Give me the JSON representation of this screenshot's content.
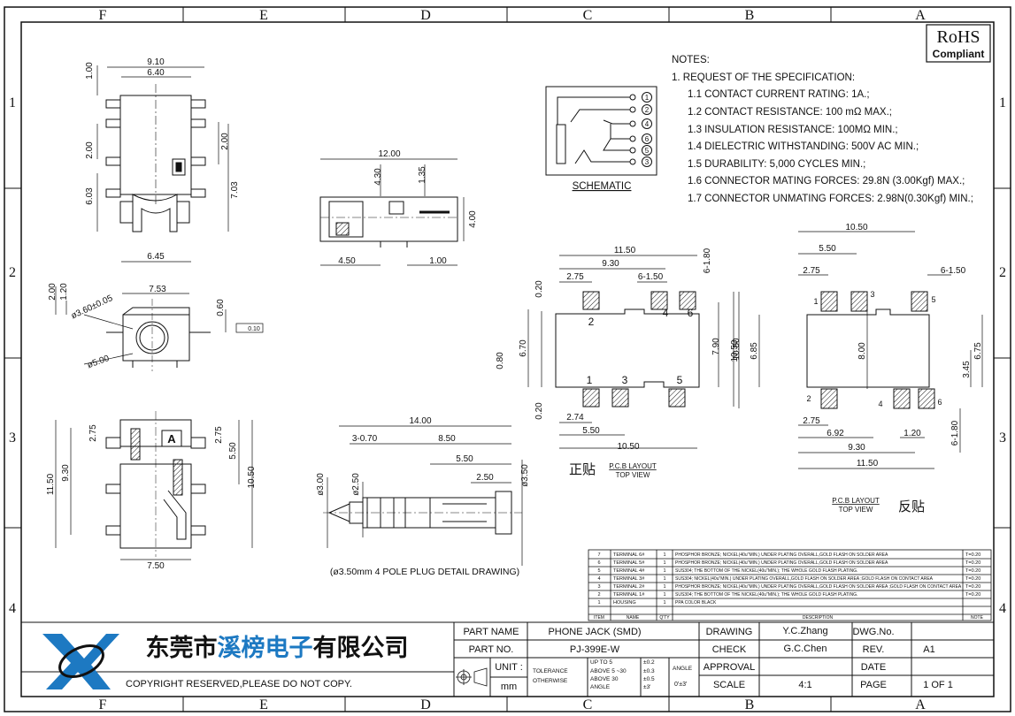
{
  "frame": {
    "columns": [
      "F",
      "E",
      "D",
      "C",
      "B",
      "A"
    ],
    "rows": [
      "1",
      "2",
      "3",
      "4"
    ]
  },
  "rohs": {
    "line1": "RoHS",
    "line2": "Compliant"
  },
  "notes": {
    "title": "NOTES:",
    "heading": "1. REQUEST OF THE SPECIFICATION:",
    "items": [
      "1.1 CONTACT CURRENT RATING: 1A.;",
      "1.2 CONTACT RESISTANCE: 100 mΩ MAX.;",
      "1.3 INSULATION RESISTANCE: 100MΩ MIN.;",
      "1.4 DIELECTRIC WITHSTANDING: 500V AC MIN.;",
      "1.5 DURABILITY: 5,000 CYCLES MIN.;",
      "1.6 CONNECTOR MATING FORCES: 29.8N (3.00Kgf) MAX.;",
      "1.7 CONNECTOR UNMATING FORCES: 2.98N(0.30Kgf) MIN.;"
    ]
  },
  "schematic": {
    "label": "SCHEMATIC",
    "pins": [
      "1",
      "2",
      "4",
      "6",
      "5",
      "3"
    ]
  },
  "views": {
    "top_view": {
      "dims": [
        "9.10",
        "6.40",
        "1.00",
        "2.00",
        "6.03",
        "2.00",
        "7.03",
        "6.45"
      ]
    },
    "side_view": {
      "dims": [
        "12.00",
        "4.30",
        "1.35",
        "4.00",
        "4.50",
        "1.00"
      ]
    },
    "front_view": {
      "dims": [
        "2.00",
        "1.20",
        "ø3.60±0.05",
        "7.53",
        "0.60",
        "ø5.00"
      ],
      "flatness": "0.10"
    },
    "bottom_view": {
      "dims": [
        "2.75",
        "2.75",
        "5.50",
        "11.50",
        "9.30",
        "10.50",
        "7.50"
      ],
      "marker": "A"
    },
    "plug": {
      "dims": [
        "14.00",
        "3-0.70",
        "8.50",
        "5.50",
        "2.50",
        "ø3.00",
        "ø2.50",
        "ø3.50"
      ],
      "caption": "(ø3.50mm 4 POLE PLUG DETAIL DRAWING)"
    },
    "pcb_front": {
      "dims": [
        "11.50",
        "9.30",
        "2.75",
        "6-1.50",
        "6-1.80",
        "0.20",
        "6.70",
        "0.80",
        "7.90",
        "10.50",
        "0.20",
        "2.74",
        "5.50",
        "10.50"
      ],
      "pads": [
        "2",
        "4",
        "6",
        "1",
        "3",
        "5"
      ],
      "title_cn": "正贴",
      "title_en": "P.C.B LAYOUT",
      "subtitle": "TOP VIEW"
    },
    "pcb_back": {
      "dims": [
        "10.50",
        "5.50",
        "2.75",
        "6-1.50",
        "10.50",
        "6.85",
        "8.00",
        "3.45",
        "6.75",
        "2.75",
        "6.92",
        "1.20",
        "9.30",
        "11.50",
        "6-1.80"
      ],
      "pads": [
        "1",
        "3",
        "5",
        "2",
        "4",
        "6"
      ],
      "title_cn": "反贴",
      "title_en": "P.C.B LAYOUT",
      "subtitle": "TOP VIEW"
    }
  },
  "bom": {
    "headers": [
      "ITEM",
      "NAME",
      "Q'TY",
      "DESCRIPTION",
      "NOTE"
    ],
    "rows": [
      [
        "7",
        "TERMINAL 6#",
        "1",
        "PHOSPHOR BRONZE; NICKEL(40u\"MIN.) UNDER PLATING OVERALL,GOLD FLASH ON SOLDER AREA",
        "T=0.20"
      ],
      [
        "6",
        "TERMINAL 5#",
        "1",
        "PHOSPHOR BRONZE; NICKEL(40u\"MIN.) UNDER PLATING OVERALL,GOLD FLASH ON SOLDER AREA",
        "T=0.20"
      ],
      [
        "5",
        "TERMINAL 4#",
        "1",
        "SUS304; THE BOTTOM OF THE NICKEL(40u\"MIN.); THE WHOLE GOLD FLASH PLATING.",
        "T=0.20"
      ],
      [
        "4",
        "TERMINAL 3#",
        "1",
        "SUS304; NICKEL(40u\"MIN.) UNDER PLATING OVERALL,GOLD FLASH ON SOLDER AREA ;GOLD FLASH ON CONTACT AREA",
        "T=0.20"
      ],
      [
        "3",
        "TERMINAL 2#",
        "1",
        "PHOSPHOR BRONZE; NICKEL(40u\"MIN.) UNDER PLATING OVERALL,GOLD FLASH ON SOLDER AREA ;GOLD FLASH ON CONTACT AREA",
        "T=0.20"
      ],
      [
        "2",
        "TERMINAL 1#",
        "1",
        "SUS304; THE BOTTOM OF THE NICKEL(40u\"MIN.); THE WHOLE GOLD FLASH PLATING.",
        "T=0.20"
      ],
      [
        "1",
        "HOUSING",
        "1",
        "PPA  COLOR BLACK",
        ""
      ]
    ]
  },
  "title_block": {
    "company": "东莞市溪榜电子有限公司",
    "company_highlight": "溪榜电子",
    "copyright": "COPYRIGHT RESERVED,PLEASE DO NOT COPY.",
    "part_name_label": "PART NAME",
    "part_name": "PHONE JACK (SMD)",
    "part_no_label": "PART NO.",
    "part_no": "PJ-399E-W",
    "unit_label": "UNIT :",
    "unit": "mm",
    "tolerance_label": "TOLERANCE",
    "otherwise_label": "OTHERWISE",
    "tol_ranges": [
      "UP TO 5",
      "ABOVE 5 ~30",
      "ABOVE 30",
      "ANGLE"
    ],
    "tol_values": [
      "±0.2",
      "±0.3",
      "±0.5",
      "±3'"
    ],
    "angle_label": "ANGLE",
    "angle_value": "0'±3'",
    "drawing_label": "DRAWING",
    "drawing_by": "Y.C.Zhang",
    "check_label": "CHECK",
    "check_by": "G.C.Chen",
    "approval_label": "APPROVAL",
    "scale_label": "SCALE",
    "scale": "4:1",
    "dwg_no_label": "DWG.No.",
    "rev_label": "REV.",
    "rev": "A1",
    "date_label": "DATE",
    "page_label": "PAGE",
    "page": "1 OF 1"
  },
  "colors": {
    "ink": "#111111",
    "logo_blue": "#1d79c2",
    "hatch": "#111111"
  }
}
